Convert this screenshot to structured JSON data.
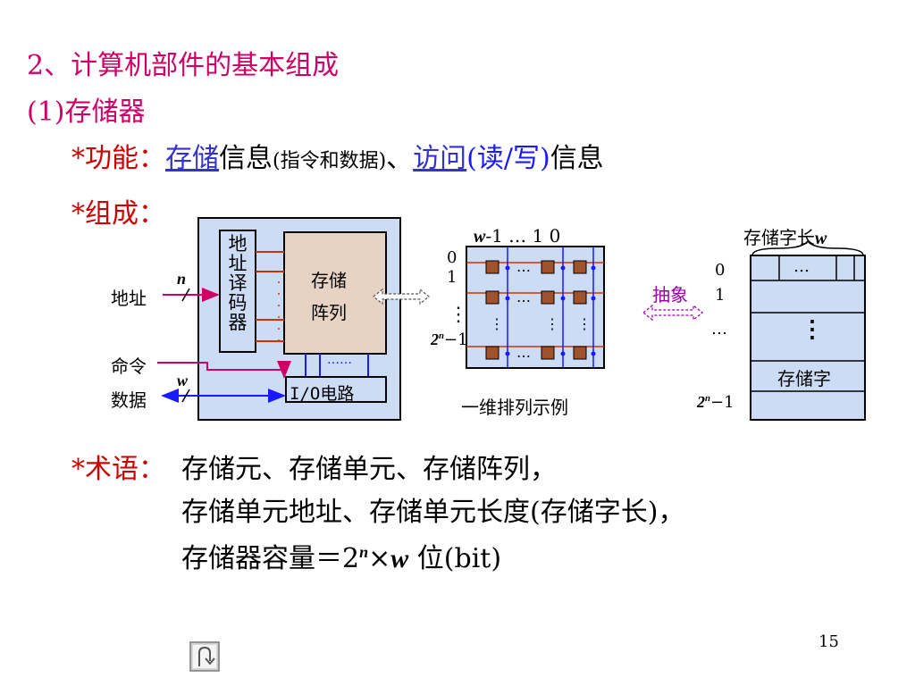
{
  "heading": "2、计算机部件的基本组成",
  "sub_heading": "(1)存储器",
  "function_line": {
    "star": "*",
    "label": "功能：",
    "store": "存储",
    "info1": "信息",
    "paren": "(指令和数据)",
    "sep": "、",
    "access": "访问",
    "rw": "(读/写)",
    "info2": "信息"
  },
  "composition_label": "*组成：",
  "diagram1": {
    "address_label": "地址",
    "n_label": "n",
    "command_label": "命令",
    "data_label": "数据",
    "w_label": "w",
    "decoder_label": "地址译码器",
    "array_label_1": "存储",
    "array_label_2": "阵列",
    "array_dots": "……",
    "io_label": "I/O电路",
    "io_dots": "……"
  },
  "diagram2": {
    "col_header_w": "w",
    "col_header_rest": "-1 … 1  0",
    "row_0": "0",
    "row_1": "1",
    "row_last_base": "2",
    "row_last_exp": "n",
    "row_last_suffix": "−1",
    "caption": "一维排列示例"
  },
  "abstract_label": "抽象",
  "diagram3": {
    "header": "存储字长",
    "header_w": "w",
    "row_0": "0",
    "row_1": "1",
    "row_dots": "…",
    "row_last_base": "2",
    "row_last_exp": "n",
    "row_last_suffix": "−1",
    "cell_dots": "…",
    "word_label": "存储字"
  },
  "terms": {
    "label": "*术语：",
    "line1": "存储元、存储单元、存储阵列，",
    "line2": "存储单元地址、存储单元长度(存储字长)，",
    "line3_prefix": "存储器容量＝2",
    "line3_exp": "n",
    "line3_times": "×",
    "line3_w": "w",
    "line3_suffix": " 位(bit)"
  },
  "page_number": "15",
  "colors": {
    "heading": "#cc0066",
    "bullet": "#cc0000",
    "link": "#3333cc",
    "panel": "#ccdcf5",
    "array": "#e8d2c4",
    "cell": "#a0522d"
  }
}
